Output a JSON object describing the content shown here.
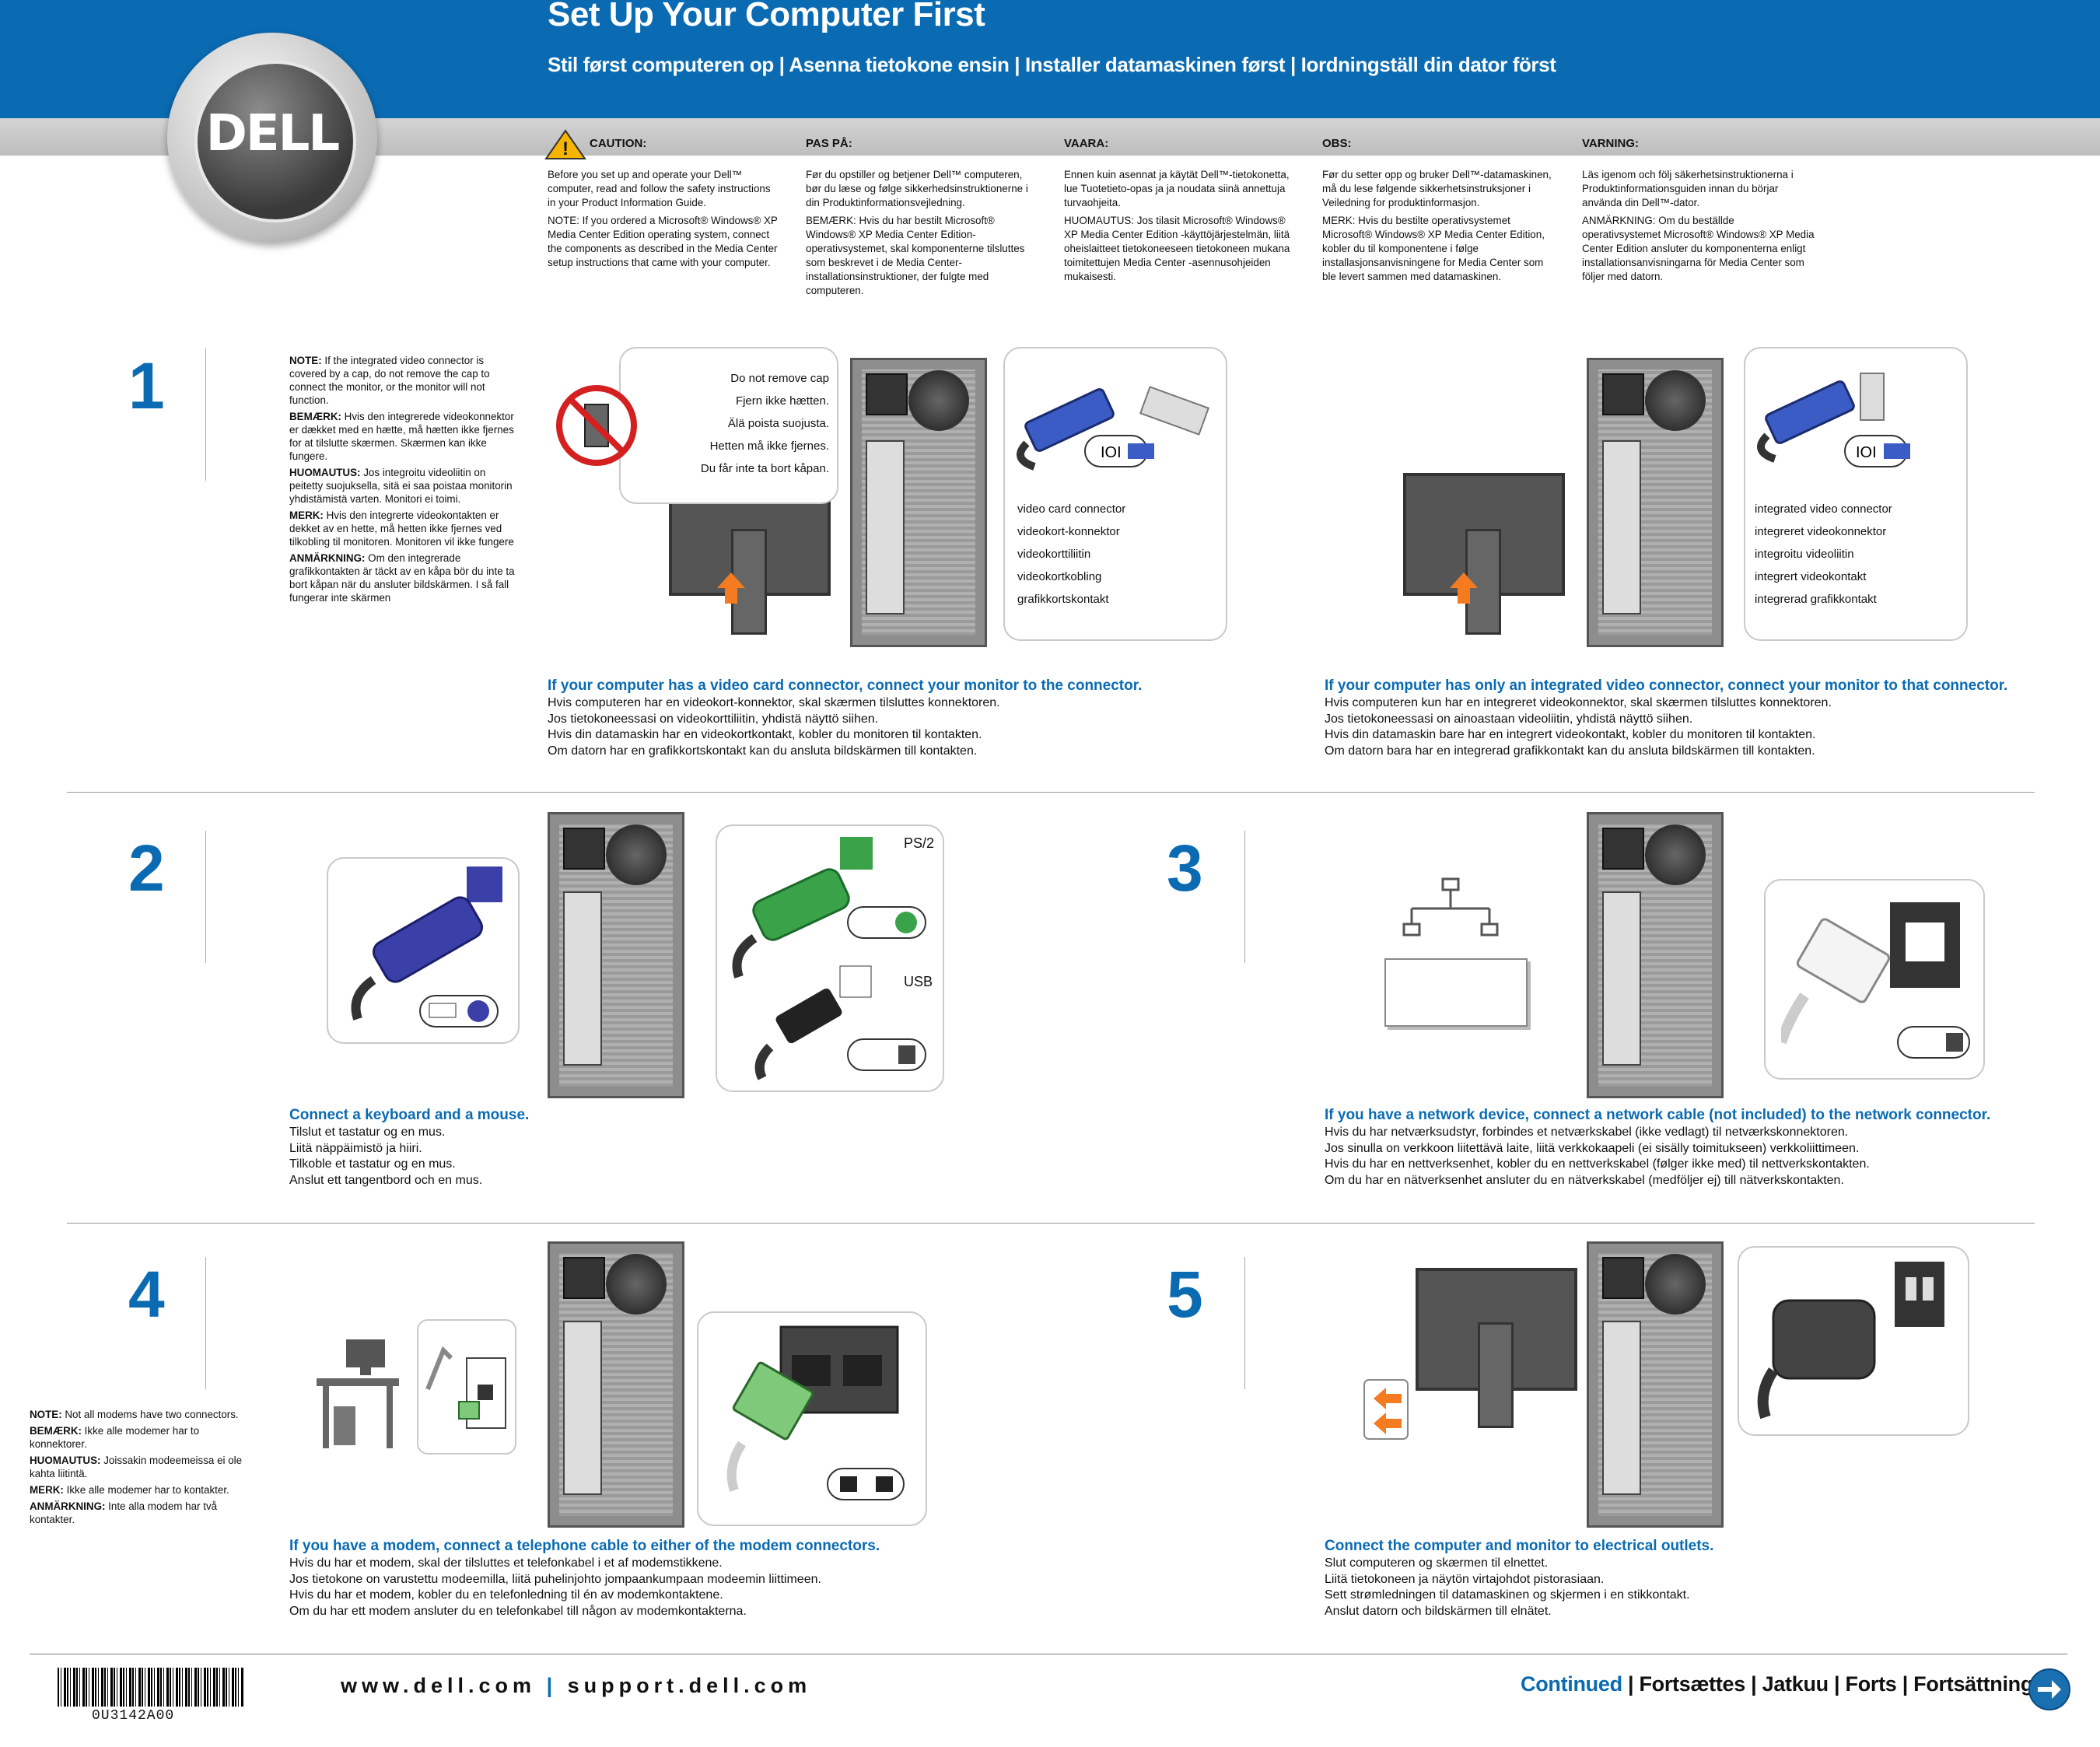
{
  "header": {
    "title": "Set Up Your Computer First",
    "subtitle": "Stil først computeren op  | Asenna tietokone ensin | Installer datamaskinen først | Iordningställ din dator först",
    "logo_text": "DELL"
  },
  "cautions": [
    {
      "heading": "CAUTION:",
      "paras": [
        "Before you set up and operate your Dell™ computer, read and follow the safety instructions in your Product Information Guide.",
        "NOTE: If you ordered a Microsoft® Windows® XP Media Center Edition operating system, connect the components as described in the Media Center setup instructions that came with your computer."
      ]
    },
    {
      "heading": "PAS PÅ:",
      "paras": [
        "Før du opstiller og betjener Dell™ computeren, bør du læse og følge sikkerhedsinstruktionerne i din Produktinformationsvejledning.",
        "BEMÆRK: Hvis du har bestilt Microsoft® Windows® XP Media Center Edition-operativsystemet, skal komponenterne tilsluttes som beskrevet i de Media Center-installationsinstruktioner, der fulgte med computeren."
      ]
    },
    {
      "heading": "VAARA:",
      "paras": [
        "Ennen kuin asennat ja käytät Dell™-tietokonetta, lue Tuotetieto-opas ja ja noudata siinä annettuja turvaohjeita.",
        "HUOMAUTUS: Jos tilasit Microsoft® Windows® XP Media Center Edition -käyttöjärjestelmän, liitä oheislaitteet tietokoneeseen tietokoneen mukana toimitettujen Media Center -asennusohjeiden mukaisesti."
      ]
    },
    {
      "heading": "OBS:",
      "paras": [
        "Før du setter opp og bruker Dell™-datamaskinen, må du lese følgende sikkerhetsinstruksjoner i Veiledning for produktinformasjon.",
        "MERK: Hvis du bestilte operativsystemet Microsoft® Windows® XP Media Center Edition, kobler du til komponentene i følge installasjonsanvisningene for Media Center som ble levert sammen med datamaskinen."
      ]
    },
    {
      "heading": "VARNING:",
      "paras": [
        "Läs igenom och följ säkerhetsinstruktionerna i Produktinformationsguiden innan du börjar använda din Dell™-dator.",
        "ANMÄRKNING: Om du beställde operativsystemet Microsoft® Windows® XP Media Center Edition ansluter du komponenterna enligt installationsanvisningarna för Media Center som följer med datorn."
      ]
    }
  ],
  "step1": {
    "number": "1",
    "note": [
      {
        "label": "NOTE:",
        "text": " If the integrated video connector is covered by a cap, do not remove the cap to connect the monitor, or the monitor will not function."
      },
      {
        "label": "BEMÆRK:",
        "text": " Hvis den integrerede videokonnektor er dækket med en hætte, må hætten ikke fjernes for at tilslutte skærmen.  Skærmen kan ikke fungere."
      },
      {
        "label": "HUOMAUTUS:",
        "text": " Jos integroitu videoliitin on peitetty suojuksella, sitä ei saa poistaa monitorin yhdistämistä varten. Monitori ei toimi."
      },
      {
        "label": "MERK:",
        "text": " Hvis den integrerte videokontakten er dekket av en hette, må hetten ikke fjernes ved tilkobling til monitoren. Monitoren vil ikke fungere"
      },
      {
        "label": "ANMÄRKNING:",
        "text": " Om den integrerade grafikkontakten är täckt av en kåpa bör du inte ta bort kåpan när du ansluter bildskärmen. I så fall fungerar inte skärmen"
      }
    ],
    "cap_labels": [
      "Do not remove cap",
      "Fjern ikke hætten.",
      "Älä poista suojusta.",
      "Hetten må ikke fjernes.",
      "Du får inte ta bort kåpan."
    ],
    "video_card_labels": [
      "video card connector",
      "videokort-konnektor",
      "videokorttiliitin",
      "videokortkobling",
      "grafikkortskontakt"
    ],
    "integrated_labels": [
      "integrated video connector",
      "integreret videokonnektor",
      "integroitu videoliitin",
      "integrert videokontakt",
      "integrerad grafikkontakt"
    ],
    "caption_left": {
      "lead": "If your computer has a video card connector, connect your monitor to the connector.",
      "lines": [
        "Hvis computeren har en videokort-konnektor, skal skærmen tilsluttes konnektoren.",
        "Jos tietokoneessasi on videokorttiliitin, yhdistä näyttö siihen.",
        "Hvis din datamaskin har en videokortkontakt, kobler du monitoren til kontakten.",
        "Om datorn har en grafikkortskontakt kan du ansluta bildskärmen till kontakten."
      ]
    },
    "caption_right": {
      "lead": "If your computer has only an integrated video connector, connect your monitor to that connector.",
      "lines": [
        "Hvis computeren kun har en integreret videokonnektor, skal skærmen tilsluttes konnektoren.",
        "Jos tietokoneessasi on ainoastaan videoliitin, yhdistä näyttö siihen.",
        "Hvis din datamaskin bare har en integrert videokontakt, kobler du monitoren til kontakten.",
        "Om datorn bara har en integrerad grafikkontakt kan du ansluta bildskärmen till kontakten."
      ]
    }
  },
  "step2": {
    "number": "2",
    "ps2_label": "PS/2",
    "usb_label": "USB",
    "caption": {
      "lead": "Connect a keyboard and a mouse.",
      "lines": [
        "Tilslut et tastatur og en mus.",
        "Liitä näppäimistö ja hiiri.",
        "Tilkoble et tastatur og en mus.",
        "Anslut ett tangentbord och en mus."
      ]
    }
  },
  "step3": {
    "number": "3",
    "caption": {
      "lead": "If you have a network device, connect a network cable (not included) to the network connector.",
      "lines": [
        "Hvis du har netværksudstyr, forbindes et netværkskabel (ikke vedlagt) til netværkskonnektoren.",
        "Jos sinulla on verkkoon liitettävä laite, liitä verkkokaapeli (ei sisälly toimitukseen) verkkoliittimeen.",
        "Hvis du har en nettverksenhet, kobler du en nettverkskabel (følger ikke med) til nettverkskontakten.",
        "Om du har en nätverksenhet ansluter du en nätverkskabel (medföljer ej) till nätverkskontakten."
      ]
    }
  },
  "step4": {
    "number": "4",
    "note": [
      {
        "label": "NOTE:",
        "text": " Not all modems have two connectors."
      },
      {
        "label": "BEMÆRK:",
        "text": " Ikke alle modemer har to konnektorer."
      },
      {
        "label": "HUOMAUTUS:",
        "text": " Joissakin modeemeissa ei ole kahta liitintä."
      },
      {
        "label": "MERK:",
        "text": " Ikke alle modemer har to kontakter."
      },
      {
        "label": "ANMÄRKNING:",
        "text": " Inte alla modem har två kontakter."
      }
    ],
    "caption": {
      "lead": "If you have a modem, connect a telephone cable to either of the modem connectors.",
      "lines": [
        "Hvis du har et modem, skal der tilsluttes et telefonkabel i et af modemstikkene.",
        "Jos tietokone on varustettu modeemilla, liitä puhelinjohto jompaankumpaan modeemin liittimeen.",
        "Hvis du har et modem, kobler du en telefonledning til én av modemkontaktene.",
        "Om du har ett modem ansluter du en telefonkabel till någon av modemkontakterna."
      ]
    }
  },
  "step5": {
    "number": "5",
    "caption": {
      "lead": "Connect the computer and monitor to electrical outlets.",
      "lines": [
        "Slut computeren og skærmen til elnettet.",
        "Liitä tietokoneen ja näytön virtajohdot pistorasiaan.",
        "Sett strømledningen til datamaskinen og skjermen i en stikkontakt.",
        "Anslut datorn och bildskärmen till elnätet."
      ]
    }
  },
  "footer": {
    "url1": "www.dell.com",
    "sep": "|",
    "url2": "support.dell.com",
    "continued": "Continued",
    "continued_rest": " | Fortsættes | Jatkuu | Forts | Fortsättning",
    "part_number": "0U3142A00"
  },
  "colors": {
    "brand_blue": "#0a6bb3",
    "arrow_orange": "#f47b20",
    "ps2_purple": "#3b3fa8",
    "ps2_green": "#3aa34a"
  }
}
